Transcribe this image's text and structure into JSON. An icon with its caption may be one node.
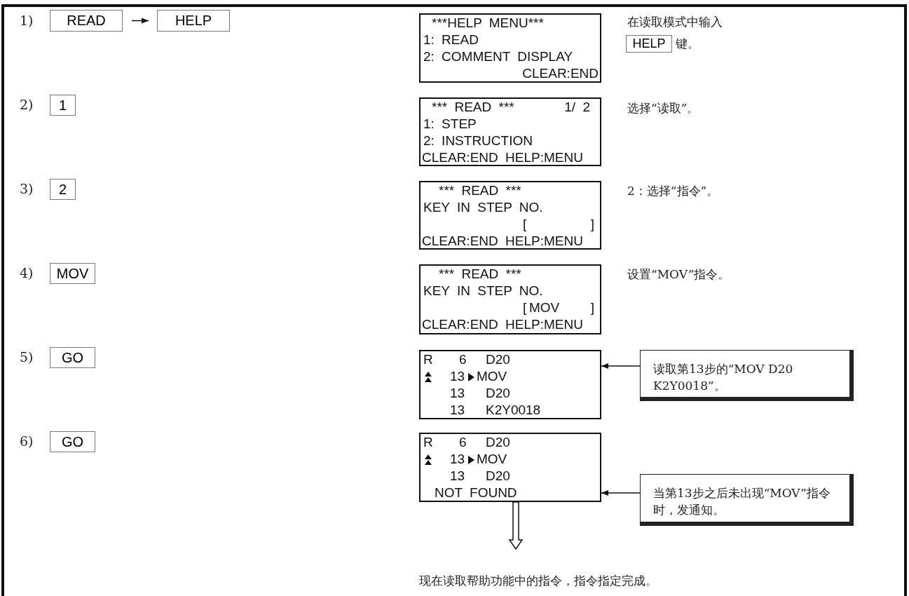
{
  "diagram": {
    "nodes": [
      {
        "text": [
          "READ"
        ]
      },
      {
        "text": [
          "HELP"
        ]
      },
      {
        "text": [
          "***HELP MENU***",
          "1: READ",
          "2: COMMENT DISPLAY",
          "CLEAR:END"
        ]
      },
      {
        "text": [
          "HELP"
        ]
      },
      {
        "text": [
          "1"
        ]
      },
      {
        "text": [
          "*** READ ***",
          "1/ 2",
          "1: STEP",
          "2: INSTRUCTION",
          "CLEAR:END HELP:MENU"
        ]
      },
      {
        "text": [
          "2"
        ]
      },
      {
        "text": [
          "*** READ ***",
          "KEY IN STEP NO.",
          "[",
          "]",
          "CLEAR:END HELP:MENU"
        ]
      },
      {
        "text": [
          "MOV"
        ]
      },
      {
        "text": [
          "*** READ ***",
          "KEY IN STEP NO.",
          "[",
          "MOV",
          "]",
          "CLEAR:END HELP:MENU"
        ]
      },
      {
        "text": [
          "GO"
        ]
      },
      {
        "text": [
          "R",
          "6",
          "D20",
          "13",
          "MOV",
          "13",
          "D20",
          "13",
          "K2Y0018"
        ]
      },
      {
        "text": [
          "读取第13步的“MOV D20 K2Y0018”。"
        ]
      },
      {
        "text": [
          "GO"
        ]
      },
      {
        "text": [
          "R",
          "6",
          "D20",
          "13",
          "MOV",
          "13",
          "D20",
          "NOT FOUND"
        ]
      },
      {
        "text": [
          "当第13步之后未出现“MOV”指令时，发通知。"
        ]
      },
      {
        "text": [
          "现在读取帮助功能中的指令，指令指定完成。"
        ]
      }
    ],
    "edges": [
      {
        "from": 0,
        "to": 1,
        "arrow": "to"
      },
      {
        "from": 12,
        "to": 11,
        "arrow": "to"
      },
      {
        "from": 15,
        "to": 14,
        "arrow": "to"
      },
      {
        "from": 14,
        "to": 16,
        "arrow": "to"
      }
    ],
    "labels": [
      "1)",
      "2)",
      "3)",
      "4)",
      "5)",
      "6)",
      "在读取模式中输入",
      "键。",
      "选择“读取”。",
      "2：选择“指令”。",
      "设置“MOV”指令。"
    ]
  }
}
